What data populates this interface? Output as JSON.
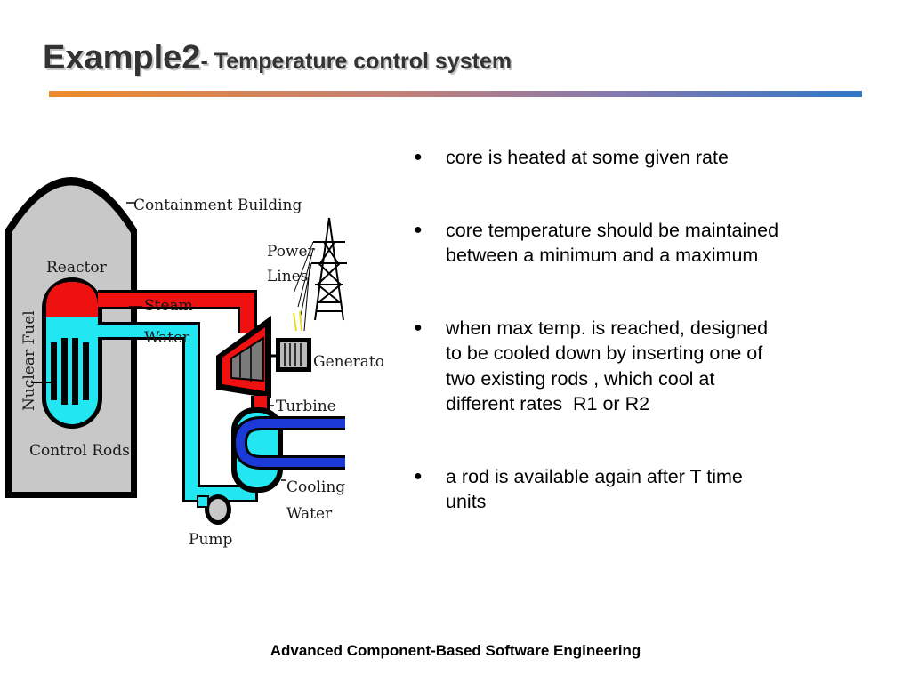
{
  "title": {
    "main": "Example2",
    "subtitle": "- Temperature control system"
  },
  "diagram": {
    "labels": {
      "containment": "Containment Building",
      "power": "Power",
      "lines": "Lines",
      "reactor": "Reactor",
      "steam": "Steam",
      "water": "Water",
      "nuclear_fuel": "Nuclear Fuel",
      "generator": "Generator",
      "turbine": "Turbine",
      "control_rods": "Control Rods",
      "cooling": "Cooling",
      "cooling_water": "Water",
      "pump": "Pump"
    }
  },
  "bullets": [
    {
      "lines": [
        "core is heated at some given rate"
      ]
    },
    {
      "lines": [
        "core temperature should be maintained",
        "between a minimum and a maximum"
      ]
    },
    {
      "lines": [
        "when max temp. is reached, designed",
        "to be cooled down by inserting one of",
        "two existing rods , which cool at",
        "different rates  R1 or R2"
      ]
    },
    {
      "lines": [
        "a rod is available again after T time",
        "units"
      ]
    }
  ],
  "footer": "Advanced Component-Based Software Engineering"
}
